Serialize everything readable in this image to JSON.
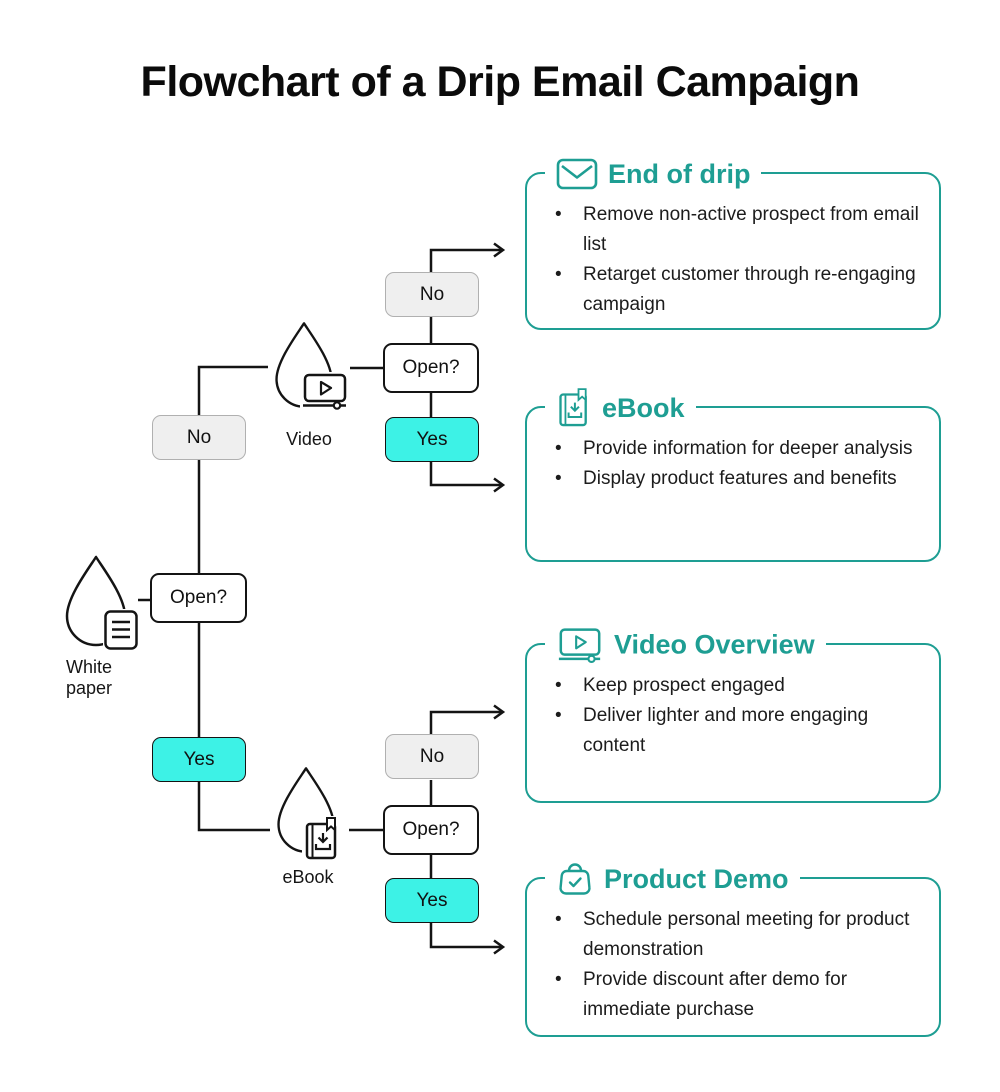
{
  "title": "Flowchart of a Drip Email Campaign",
  "colors": {
    "accent_teal": "#1e9e93",
    "yes_cyan": "#3df2e6",
    "no_gray": "#efefef",
    "line_black": "#141414"
  },
  "flowchart": {
    "decision_label": "Open?",
    "no_label": "No",
    "yes_label": "Yes",
    "drips": [
      {
        "label": "White paper",
        "icon": "water-drop-document-icon"
      },
      {
        "label": "Video",
        "icon": "water-drop-video-icon"
      },
      {
        "label": "eBook",
        "icon": "water-drop-ebook-icon"
      }
    ]
  },
  "cards": [
    {
      "icon": "envelope-icon",
      "title": "End of drip",
      "bullets": [
        "Remove non-active prospect from email list",
        "Retarget customer through re-engaging campaign"
      ]
    },
    {
      "icon": "ebook-download-icon",
      "title": "eBook",
      "bullets": [
        "Provide information for deeper analysis",
        "Display product features and benefits"
      ]
    },
    {
      "icon": "video-player-icon",
      "title": "Video Overview",
      "bullets": [
        "Keep prospect engaged",
        "Deliver lighter and more engaging content"
      ]
    },
    {
      "icon": "shopping-bag-check-icon",
      "title": "Product Demo",
      "bullets": [
        "Schedule personal meeting for product demonstration",
        "Provide discount after demo for immediate purchase"
      ]
    }
  ]
}
